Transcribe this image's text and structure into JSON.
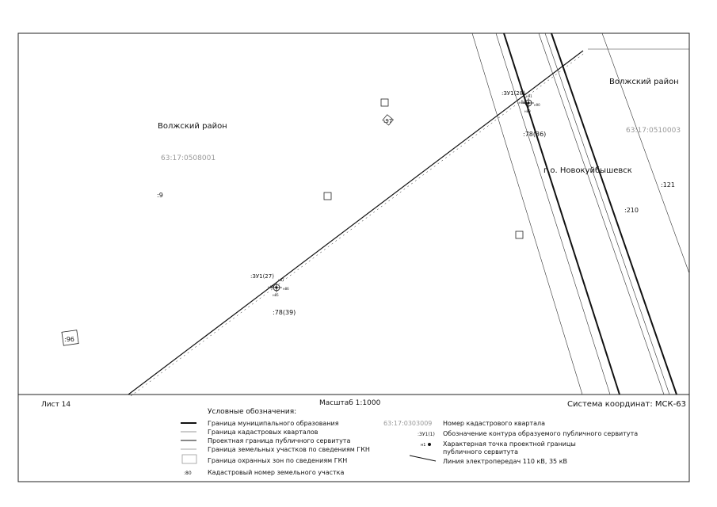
{
  "map": {
    "districts": {
      "left": "Волжский район",
      "right": "Волжский район"
    },
    "municipality": "г.о. Новокуйбышевск",
    "quarters": {
      "left": "63:17:0508001",
      "right": "63:17:0510003"
    },
    "parcels": {
      "p9": ":9",
      "p97": ":97",
      "p96": ":96",
      "p121": ":121",
      "p210": ":210",
      "p7836": ":78(36)",
      "p7839": ":78(39)"
    },
    "servitudes": {
      "s27": ":ЗУ1(27)",
      "s28": ":ЗУ1(28)"
    },
    "point_labels_27": [
      "н84",
      "н85",
      "н86",
      "н87"
    ],
    "point_labels_28": [
      "н88",
      "н89",
      "н90",
      "н91"
    ]
  },
  "footer": {
    "sheet": "Лист 14",
    "scale": "Масштаб 1:1000",
    "coord_system": "Система координат: МСК-63"
  },
  "legend": {
    "title": "Условные обозначения:",
    "left_items": [
      "Граница муниципального образования",
      "Граница кадастровых кварталов",
      "Проектная граница публичного сервитута",
      "Граница земельных участков по сведениям ГКН",
      "Граница охранных зон по сведениям ГКН",
      "Кадастровый номер земельного участка"
    ],
    "parcel_sample": ":80",
    "quarter_sample": "63:17:0303009",
    "quarter_desc": "Номер кадастрового квартала",
    "servitude_sample": ":ЗУ1(1)",
    "servitude_desc": "Обозначение контура образуемого публичного сервитута",
    "point_sample": "н1",
    "point_desc_1": "Характерная точка проектной границы",
    "point_desc_2": "публичного сервитута",
    "powerline_desc": "Линия электропередач 110 кВ, 35 кВ"
  }
}
